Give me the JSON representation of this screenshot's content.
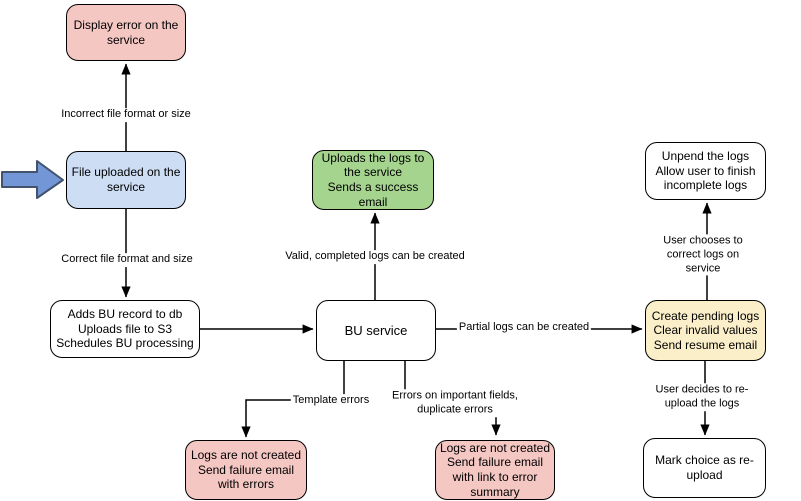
{
  "colors": {
    "pink_fill": "#F4C7C3",
    "blue_fill": "#CDDDF4",
    "green_fill": "#A5D48F",
    "yellow_fill": "#FBEFC9",
    "white_fill": "#FFFFFF",
    "node_stroke": "#000000",
    "line_color": "#000000",
    "entry_arrow_fill": "#7396D6",
    "entry_arrow_stroke": "#42536B"
  },
  "nodes": {
    "display_error": {
      "label": "Display error on the\nservice"
    },
    "file_uploaded": {
      "label": "File uploaded on the\nservice"
    },
    "adds_bu_record": {
      "label": "Adds BU record to db\nUploads file to S3\nSchedules BU processing"
    },
    "bu_service": {
      "label": "BU service"
    },
    "uploads_logs": {
      "label": "Uploads the logs to\nthe service\nSends a success\nemail"
    },
    "logs_not_created_errors": {
      "label": "Logs are not created\nSend failure email\nwith errors"
    },
    "logs_not_created_summary": {
      "label": "Logs are not created\nSend failure email\nwith link to error\nsummary"
    },
    "create_pending_logs": {
      "label": "Create pending logs\nClear invalid values\nSend resume email"
    },
    "unpend_logs": {
      "label": "Unpend the logs\nAllow user to finish\nincomplete logs"
    },
    "mark_reupload": {
      "label": "Mark choice as re-\nupload"
    }
  },
  "edge_labels": {
    "incorrect_format": "Incorrect file format or size",
    "correct_format": "Correct file format and size",
    "valid_logs": "Valid, completed logs can be created",
    "partial_logs": "Partial logs can be created",
    "template_errors": "Template errors",
    "important_field_errors": "Errors on important fields,\nduplicate errors",
    "user_corrects": "User chooses to correct logs on service",
    "user_reuploads": "User decides to re-upload the logs"
  },
  "icons": {
    "entry_arrow": "right-arrow"
  }
}
